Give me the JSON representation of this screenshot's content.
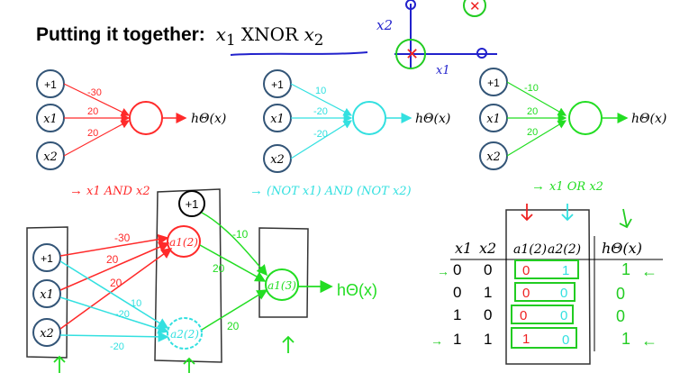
{
  "title": {
    "label": "Putting it together:",
    "eq_var1": "x",
    "eq_sub1": "1",
    "eq_op": "XNOR",
    "eq_var2": "x",
    "eq_sub2": "2"
  },
  "colors": {
    "and": "#ff2a2a",
    "not_and_not": "#33e0e0",
    "or": "#22dd22",
    "ink_blue": "#2222cc",
    "ink_green": "#22cc22",
    "ink_red": "#ee2222"
  },
  "networks": [
    {
      "nodes": [
        "+1",
        "x1",
        "x2"
      ],
      "weights": [
        "-30",
        "20",
        "20"
      ],
      "output": "hΘ(x)",
      "caption_arrow": "→",
      "caption": "x1 AND x2"
    },
    {
      "nodes": [
        "+1",
        "x1",
        "x2"
      ],
      "weights": [
        "10",
        "-20",
        "-20"
      ],
      "output": "hΘ(x)",
      "caption_arrow": "→",
      "caption": "(NOT x1) AND (NOT x2)"
    },
    {
      "nodes": [
        "+1",
        "x1",
        "x2"
      ],
      "weights": [
        "-10",
        "20",
        "20"
      ],
      "output": "hΘ(x)",
      "caption_arrow": "→",
      "caption": "x1 OR x2"
    }
  ],
  "bottom_net": {
    "inputs": [
      "+1",
      "x1",
      "x2"
    ],
    "bias_hidden": "+1",
    "w_red": [
      "-30",
      "20",
      "20"
    ],
    "w_cyan": [
      "10",
      "-20",
      "-20"
    ],
    "w_green": [
      "-10",
      "20",
      "20"
    ],
    "hidden1": "a1(2)",
    "hidden2": "a2(2)",
    "output_unit": "a1(3)",
    "output_text": "hΘ(x)"
  },
  "sketch": {
    "axis_x": "x1",
    "axis_y": "x2"
  },
  "truth_table": {
    "headers": [
      "x1",
      "x2",
      "a1(2)",
      "a2(2)",
      "hΘ(x)"
    ],
    "rows": [
      [
        "0",
        "0",
        "0",
        "1",
        "1"
      ],
      [
        "0",
        "1",
        "0",
        "0",
        "0"
      ],
      [
        "1",
        "0",
        "0",
        "0",
        "0"
      ],
      [
        "1",
        "1",
        "1",
        "0",
        "1"
      ]
    ]
  }
}
